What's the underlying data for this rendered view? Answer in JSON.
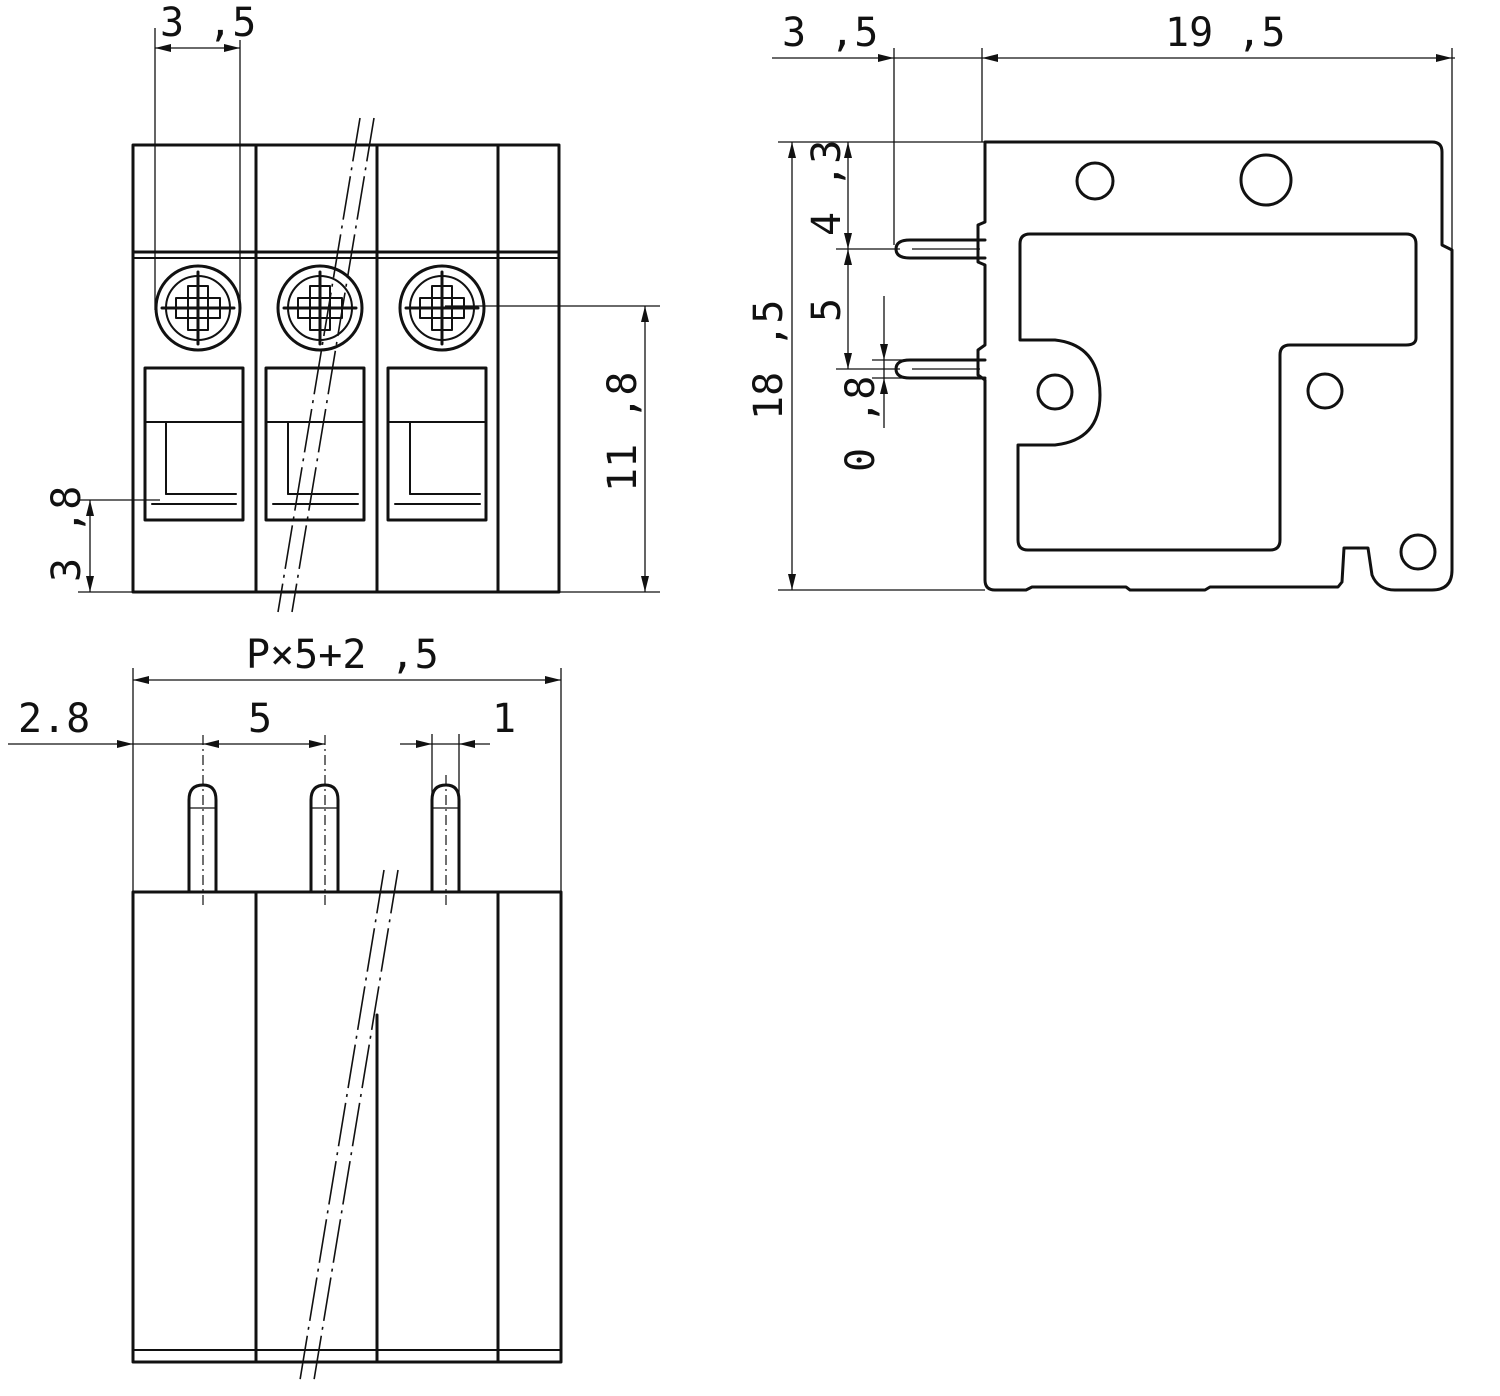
{
  "drawing": {
    "front_view": {
      "dim_pitch_top": "3 ,5",
      "dim_height": "11 ,8",
      "dim_opening": "3 ,8"
    },
    "side_view": {
      "dim_pin_offset": "3 ,5",
      "dim_body_length": "19 ,5",
      "dim_upper_pin": "4 ,3",
      "dim_pin_spacing": "5",
      "dim_total_height": "18 ,5",
      "dim_pin_diameter": "0 ,8"
    },
    "bottom_view": {
      "dim_total_width": "P×5+2 ,5",
      "dim_edge_offset": "2.8",
      "dim_pitch": "5",
      "dim_pin_width": "1"
    }
  }
}
